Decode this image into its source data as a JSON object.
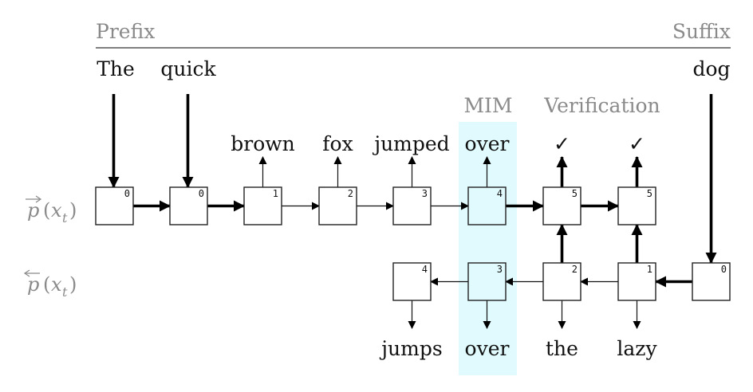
{
  "header": {
    "prefix_label": "Prefix",
    "suffix_label": "Suffix"
  },
  "section_labels": {
    "mim": "MIM",
    "verification": "Verification"
  },
  "row_labels": {
    "forward": {
      "func": "p",
      "arrow": "right",
      "arg": "x",
      "sub": "t"
    },
    "backward": {
      "func": "p",
      "arrow": "left",
      "arg": "x",
      "sub": "t"
    }
  },
  "prefix_words": [
    "The",
    "quick"
  ],
  "suffix_words": [
    "dog"
  ],
  "forward": {
    "indices": [
      "0",
      "0",
      "1",
      "2",
      "3",
      "4",
      "5",
      "5"
    ],
    "outputs": [
      "",
      "",
      "brown",
      "fox",
      "jumped",
      "over",
      "✓",
      "✓"
    ]
  },
  "backward": {
    "indices": [
      "4",
      "3",
      "2",
      "1",
      "0"
    ],
    "outputs": [
      "jumps",
      "over",
      "the",
      "lazy",
      ""
    ]
  },
  "colors": {
    "highlight": "#e0fafd",
    "label_gray": "#8a8a8a",
    "ink": "#111111"
  }
}
